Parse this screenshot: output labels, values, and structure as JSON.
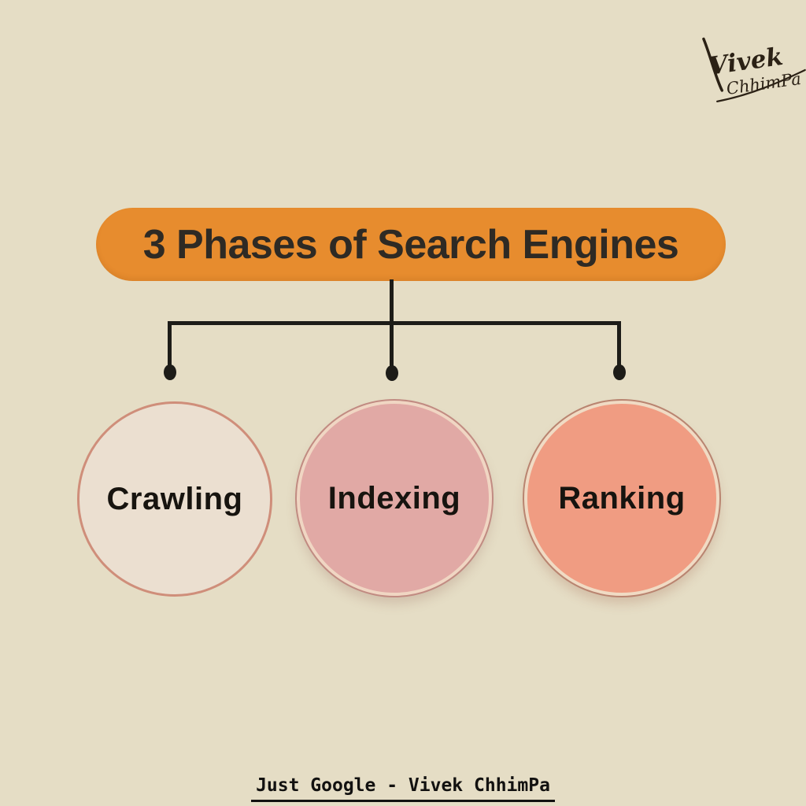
{
  "canvas": {
    "background": "#e5ddc5"
  },
  "logo": {
    "line1": "Vivek",
    "line2": "ChhimPa",
    "color": "#2b2115"
  },
  "banner": {
    "title": "3 Phases of Search Engines",
    "background": "#e78c2e",
    "text_color": "#2e2a24"
  },
  "connector": {
    "color": "#1d1c18",
    "branches": 3
  },
  "phases": [
    {
      "label": "Crawling",
      "fill": "#ebdfd0",
      "border": "#cf8e7a"
    },
    {
      "label": "Indexing",
      "fill": "#e1a9a5",
      "border": "#c18b82"
    },
    {
      "label": "Ranking",
      "fill": "#f09c82",
      "border": "#b98470"
    }
  ],
  "footer": {
    "text": "Just Google - Vivek ChhimPa"
  }
}
